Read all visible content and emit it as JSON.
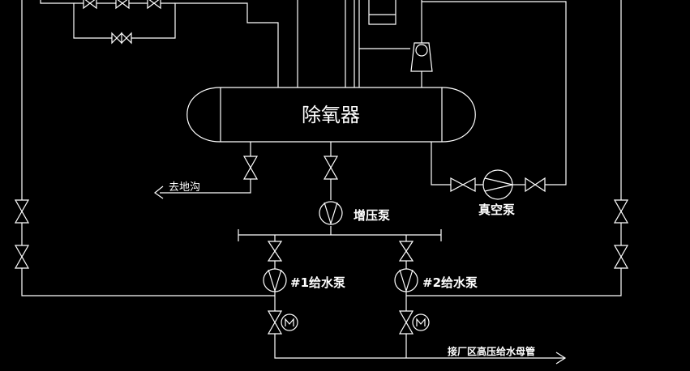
{
  "diagram": {
    "colors": {
      "background": "#000000",
      "line": "#ffffff"
    },
    "labels": {
      "deaerator": "除氧器",
      "drain": "去地沟",
      "vacuum_pump": "真空泵",
      "booster_pump": "增压泵",
      "feed_pump_1": "#1给水泵",
      "feed_pump_2": "#2给水泵",
      "header": "接厂区高压给水母管"
    },
    "icons": [
      "valve-icon",
      "pump-icon",
      "motor-icon",
      "ejector-icon",
      "arrow-icon"
    ]
  }
}
